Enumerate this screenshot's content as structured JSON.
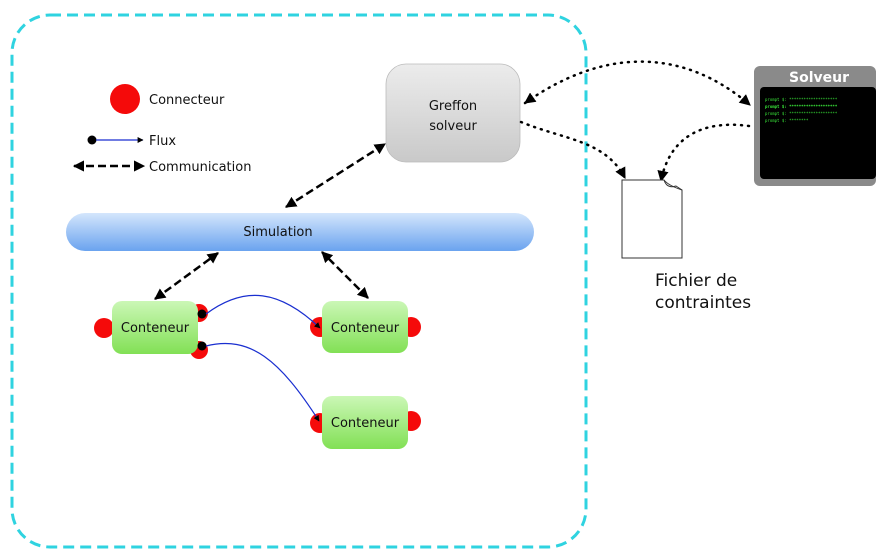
{
  "legend": {
    "connector": "Connecteur",
    "flow": "Flux",
    "communication": "Communication"
  },
  "plugin": {
    "line1": "Greffon",
    "line2": "solveur"
  },
  "simulation": {
    "label": "Simulation"
  },
  "containers": [
    {
      "label": "Conteneur"
    },
    {
      "label": "Conteneur"
    },
    {
      "label": "Conteneur"
    }
  ],
  "solver": {
    "title": "Solveur",
    "terminal_lines": [
      "prompt $: ********************",
      "prompt $: ********************",
      "prompt $: ********************",
      "prompt $: ********"
    ]
  },
  "constraints_file": {
    "line1": "Fichier de",
    "line2": "contraintes"
  },
  "colors": {
    "boundary": "#2fd3e0",
    "connector": "#f50a0a",
    "flow": "#1a2fd0",
    "container_top": "#c8f7b2",
    "container_bottom": "#86e35a",
    "simulation_top": "#cfe3fb",
    "simulation_bottom": "#6aa3ef",
    "plugin": "#d9d9d9",
    "terminal_text": "#39e639"
  }
}
